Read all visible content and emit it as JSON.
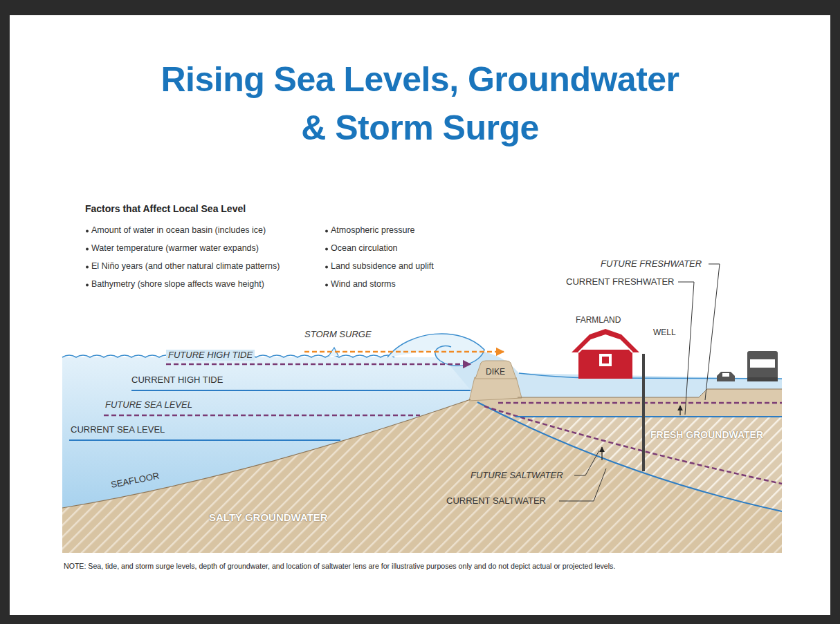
{
  "diagram": {
    "title": "Rising Sea Levels, Groundwater & Storm Surge",
    "nodes": [
      {
        "text": [
          "DIKE"
        ]
      }
    ],
    "labels": [
      "Factors that Affect Local Sea Level",
      "Amount of water in ocean basin (includes ice)",
      "Water temperature (warmer water expands)",
      "El Niño years (and other natural climate patterns)",
      "Bathymetry (shore slope affects wave height)",
      "Atmospheric pressure",
      "Ocean circulation",
      "Land subsidence and uplift",
      "Wind and storms",
      "FUTURE FRESHWATER",
      "CURRENT FRESHWATER",
      "FARMLAND",
      "WELL",
      "STORM SURGE",
      "FUTURE HIGH TIDE",
      "CURRENT HIGH TIDE",
      "FUTURE SEA LEVEL",
      "CURRENT SEA LEVEL",
      "FRESH GROUNDWATER",
      "FUTURE SALTWATER",
      "CURRENT SALTWATER",
      "SEAFLOOR",
      "SALTY GROUNDWATER",
      "NOTE: Sea, tide, and storm surge levels, depth of groundwater, and location of saltwater lens are for illustrative purposes only and do not depict actual or projected levels."
    ]
  }
}
